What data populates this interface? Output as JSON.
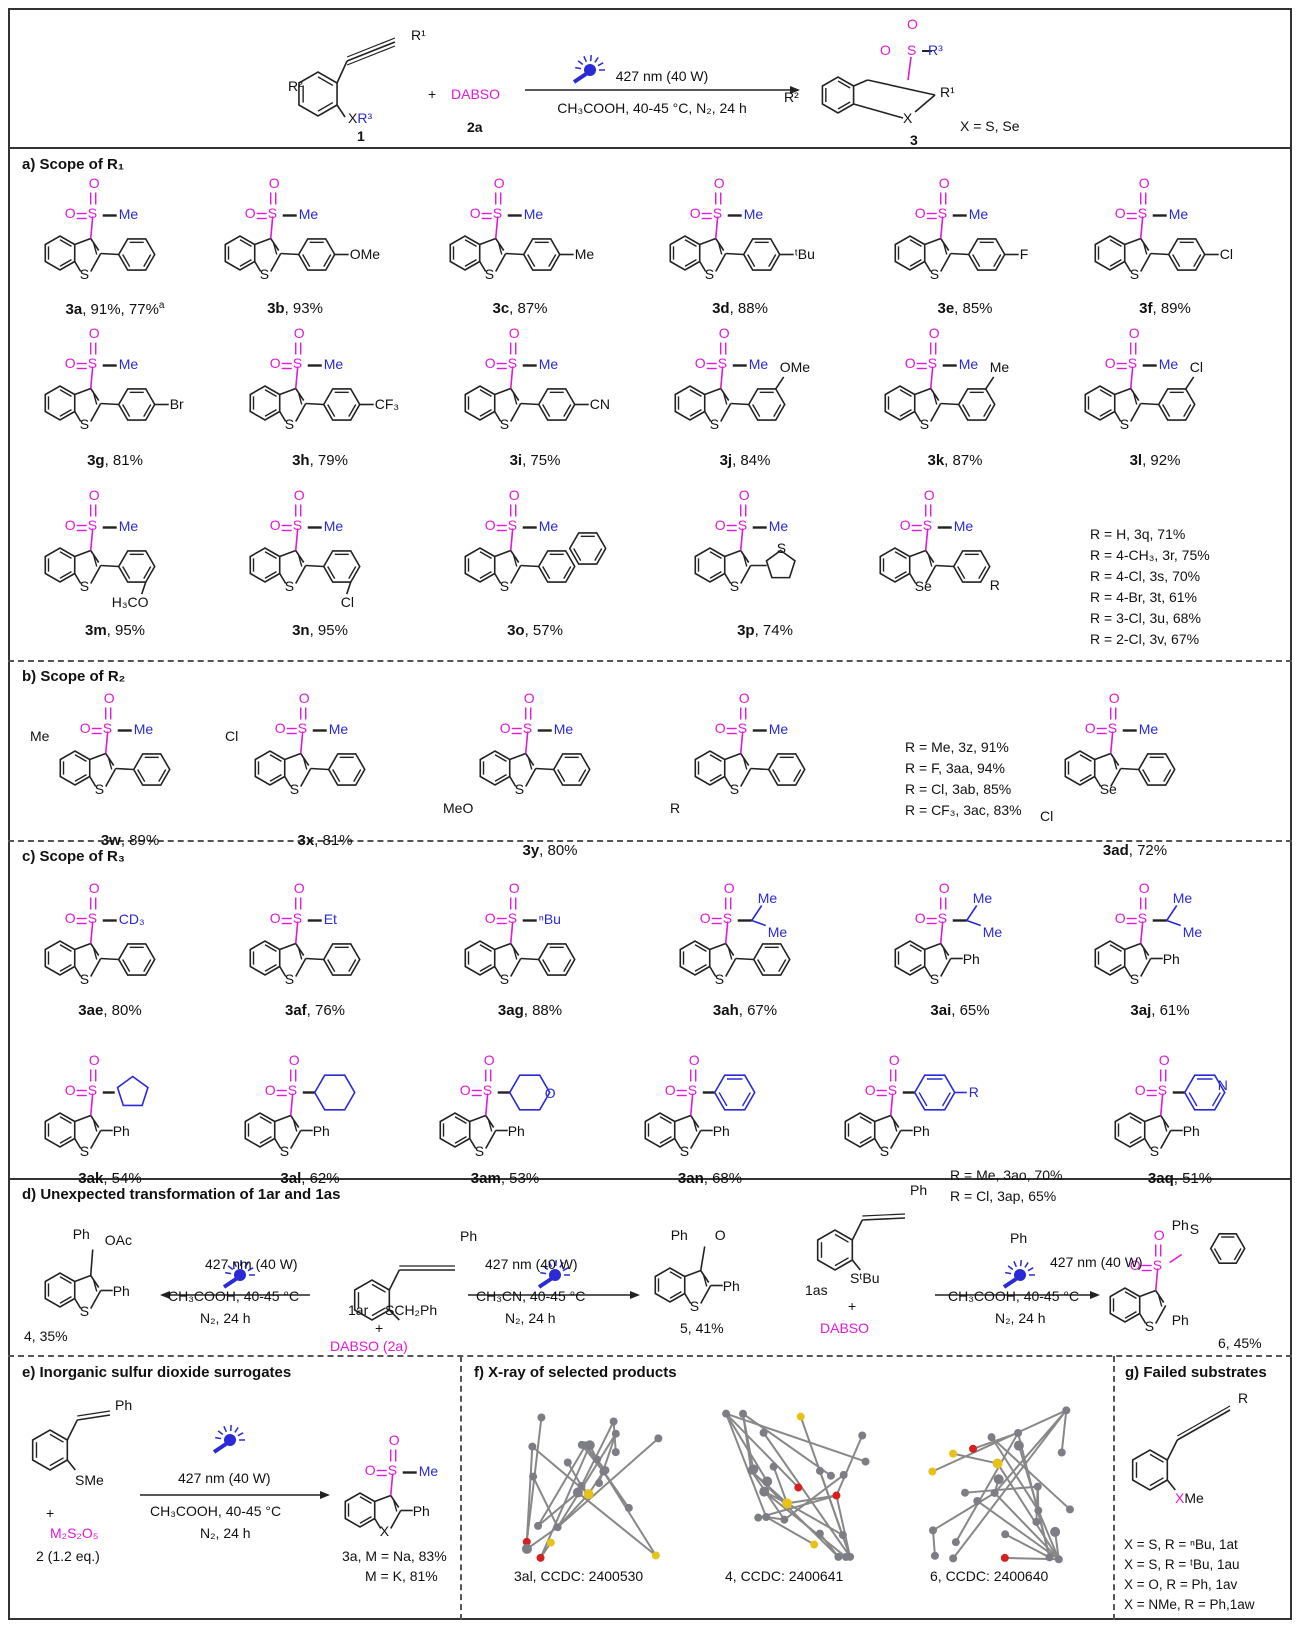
{
  "header": {
    "sm1_label": "1",
    "sm2_name": "DABSO",
    "sm2_label": "2a",
    "plus": "+",
    "light": "427 nm (40 W)",
    "cond": "CH₃COOH, 40-45 °C, N₂, 24 h",
    "prod_label": "3",
    "x_note": "X = S, Se",
    "R1": "R¹",
    "R2": "R²",
    "XR3": "XR³",
    "R3": "R³",
    "O": "O",
    "S": "S",
    "X": "X"
  },
  "sections": {
    "a": "a) Scope of R₁",
    "b": "b) Scope of R₂",
    "c": "c) Scope of R₃",
    "d": "d) Unexpected transformation of 1ar and 1as",
    "e": "e) Inorganic sulfur dioxide surrogates",
    "f": "f) X-ray of selected products",
    "g": "g) Failed substrates"
  },
  "rowA1": [
    {
      "id": "3a",
      "yield": ", 91%, 77%",
      "sup": "a",
      "sub": ""
    },
    {
      "id": "3b",
      "yield": ", 93%",
      "sup": "",
      "sub": "OMe"
    },
    {
      "id": "3c",
      "yield": ", 87%",
      "sup": "",
      "sub": "Me"
    },
    {
      "id": "3d",
      "yield": ", 88%",
      "sup": "",
      "sub": "ᵗBu"
    },
    {
      "id": "3e",
      "yield": ", 85%",
      "sup": "",
      "sub": "F"
    },
    {
      "id": "3f",
      "yield": ", 89%",
      "sup": "",
      "sub": "Cl"
    }
  ],
  "rowA2": [
    {
      "id": "3g",
      "yield": ", 81%",
      "sub": "Br"
    },
    {
      "id": "3h",
      "yield": ", 79%",
      "sub": "CF₃"
    },
    {
      "id": "3i",
      "yield": ", 75%",
      "sub": "CN"
    },
    {
      "id": "3j",
      "yield": ", 84%",
      "sub": "OMe"
    },
    {
      "id": "3k",
      "yield": ", 87%",
      "sub": "Me"
    },
    {
      "id": "3l",
      "yield": ", 92%",
      "sub": "Cl"
    }
  ],
  "rowA3": [
    {
      "id": "3m",
      "yield": ", 95%",
      "sub": "H₃CO"
    },
    {
      "id": "3n",
      "yield": ", 95%",
      "sub": "Cl"
    },
    {
      "id": "3o",
      "yield": ", 57%"
    },
    {
      "id": "3p",
      "yield": ", 74%",
      "sub": "S"
    },
    {
      "id": "Se",
      "yield": "",
      "sub": "R"
    }
  ],
  "seList": [
    "R = H, 3q, 71%",
    "R = 4-CH₃, 3r, 75%",
    "R = 4-Cl, 3s, 70%",
    "R = 4-Br, 3t, 61%",
    "R = 3-Cl, 3u, 68%",
    "R = 2-Cl, 3v, 67%"
  ],
  "rowB": [
    {
      "id": "3w",
      "yield": ", 89%",
      "sub": "Me"
    },
    {
      "id": "3x",
      "yield": ", 81%",
      "sub": "Cl"
    },
    {
      "id": "3y",
      "yield": ", 80%",
      "sub": "MeO"
    },
    {
      "id": "R",
      "yield": "",
      "sub": "R"
    },
    {
      "id": "3ad",
      "yield": ", 72%",
      "sub": "Cl"
    }
  ],
  "bList": [
    "R = Me, 3z, 91%",
    "R = F, 3aa, 94%",
    "R = Cl, 3ab, 85%",
    "R = CF₃, 3ac, 83%"
  ],
  "rowC1": [
    {
      "id": "3ae",
      "yield": ", 80%",
      "sub": "CD₃"
    },
    {
      "id": "3af",
      "yield": ", 76%",
      "sub": "Et"
    },
    {
      "id": "3ag",
      "yield": ", 88%",
      "sub": "ⁿBu"
    },
    {
      "id": "3ah",
      "yield": ", 67%",
      "sub": "Me"
    },
    {
      "id": "3ai",
      "yield": ", 65%",
      "sub": "Me"
    },
    {
      "id": "3aj",
      "yield": ", 61%",
      "sub": "Me"
    }
  ],
  "rowC2": [
    {
      "id": "3ak",
      "yield": ", 54%"
    },
    {
      "id": "3al",
      "yield": ", 62%"
    },
    {
      "id": "3am",
      "yield": ", 53%",
      "sub": "O"
    },
    {
      "id": "3an",
      "yield": ", 68%"
    },
    {
      "id": "R",
      "yield": "",
      "sub": "R"
    },
    {
      "id": "3aq",
      "yield": ", 51%",
      "sub": "N"
    }
  ],
  "cList": [
    "R = Me, 3ao, 70%",
    "R = Cl, 3ap, 65%"
  ],
  "Me": "Me",
  "Ph": "Ph",
  "Se": "Se",
  "sectionD": {
    "p4_label": "4, 35%",
    "p5_label": "5, 41%",
    "p6_label": "6, 45%",
    "OAc": "OAc",
    "light": "427 nm (40 W)",
    "cond_left": "CH₃COOH, 40-45 °C",
    "cond_mid": "CH₃CN, 40-45 °C",
    "cond_right": "CH₃COOH, 40-45 °C",
    "n2": "N₂, 24 h",
    "sm_1ar": "1ar",
    "sch2ph": "SCH₂Ph",
    "dabso_2a": "DABSO (2a)",
    "sm_1as": "1as",
    "stbu": "SᵗBu",
    "dabso": "DABSO",
    "plus": "+",
    "O": "O"
  },
  "sectionE": {
    "sme": "SMe",
    "plus": "+",
    "reagent": "M₂S₂O₅",
    "reagent_label": "2 (1.2 eq.)",
    "light": "427 nm (40 W)",
    "cond": "CH₃COOH, 40-45 °C",
    "n2": "N₂, 24 h",
    "prod1": "3a, M = Na, 83%",
    "prod2": "M = K, 81%",
    "X": "X"
  },
  "sectionF": [
    "3al, CCDC: 2400530",
    "4, CCDC: 2400641",
    "6, CCDC: 2400640"
  ],
  "sectionG": {
    "R": "R",
    "XMe": "XMe",
    "items": [
      "X = S, R = ⁿBu, 1at",
      "X = S, R = ᵗBu, 1au",
      "X = O,  R = Ph, 1av",
      "X = NMe, R = Ph,1aw"
    ]
  },
  "colors": {
    "magenta": "#e01ad8",
    "blue": "#2a2ad6",
    "bond": "#222222"
  }
}
